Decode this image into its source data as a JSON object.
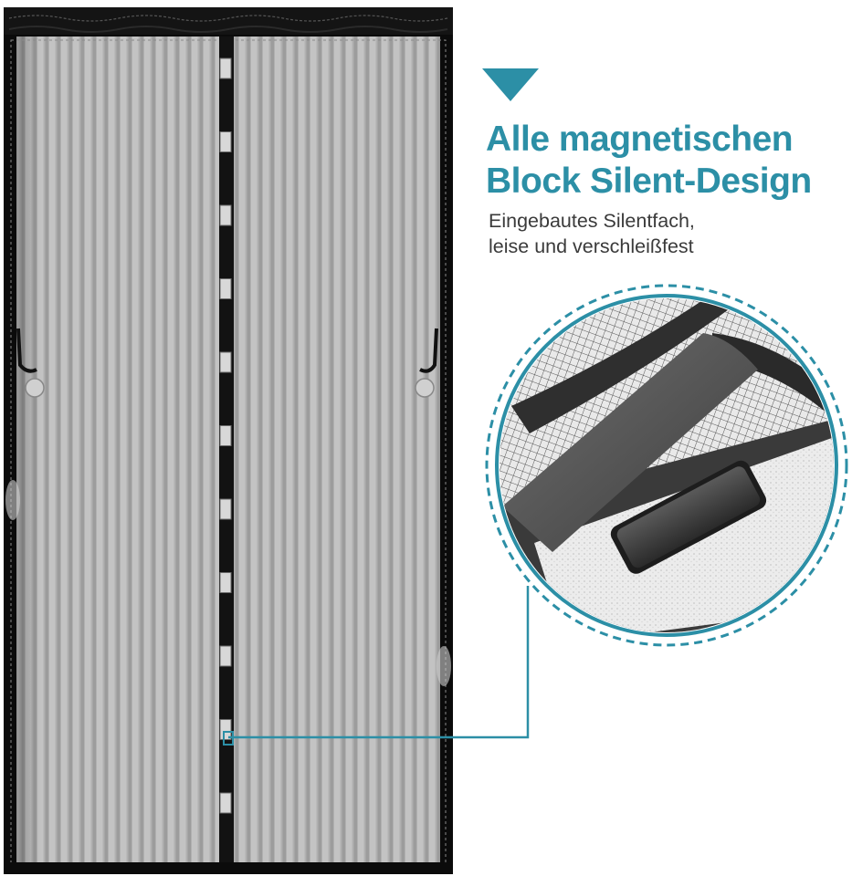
{
  "colors": {
    "accent": "#2c8fa6",
    "body_text": "#3a3a3a",
    "frame": "#0b0b0b",
    "mesh": "#b7b7b7"
  },
  "headline": {
    "line1": "Alle magnetischen",
    "line2": "Block Silent-Design"
  },
  "subline": {
    "line1": "Eingebautes Silentfach,",
    "line2": "leise und verschleißfest"
  },
  "icons": {
    "pointer": "down-triangle-icon",
    "detail": "magnet-closeup-icon",
    "product": "magnetic-screen-door-icon"
  },
  "product": {
    "magnet_count": 11
  }
}
